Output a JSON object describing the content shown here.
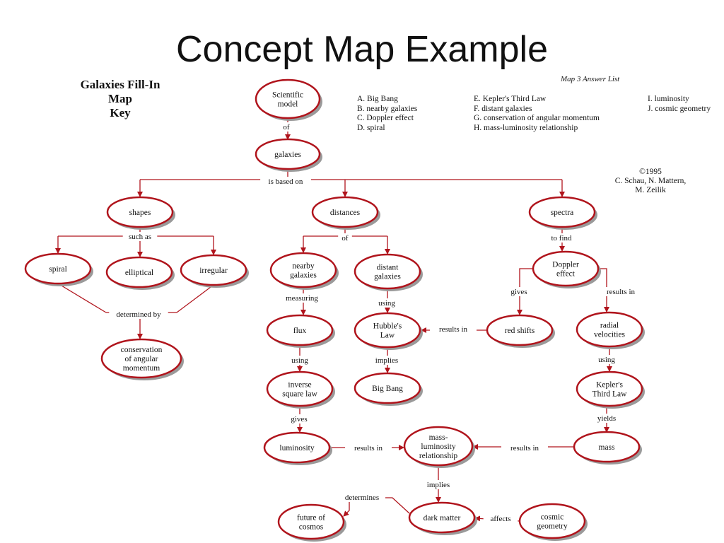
{
  "slide": {
    "title": "Concept Map Example"
  },
  "key": {
    "lines": [
      "Galaxies Fill-In",
      "Map",
      "Key"
    ]
  },
  "answer_list": {
    "heading": "Map 3 Answer List",
    "columns": [
      [
        "A. Big Bang",
        "B. nearby galaxies",
        "C. Doppler effect",
        "D. spiral"
      ],
      [
        "E. Kepler's Third Law",
        "F. distant galaxies",
        "G. conservation of angular momentum",
        "H. mass-luminosity relationship"
      ],
      [
        "I. luminosity",
        "J. cosmic geometry"
      ]
    ]
  },
  "copyright": [
    "©1995",
    "C. Schau, N. Mattern,",
    "M. Zeilik"
  ],
  "nodes": {
    "scientific_model": [
      "Scientific",
      "model"
    ],
    "galaxies": [
      "galaxies"
    ],
    "shapes": [
      "shapes"
    ],
    "distances": [
      "distances"
    ],
    "spectra": [
      "spectra"
    ],
    "spiral": [
      "spiral"
    ],
    "elliptical": [
      "elliptical"
    ],
    "irregular": [
      "irregular"
    ],
    "conservation": [
      "conservation",
      "of angular",
      "momentum"
    ],
    "nearby_galaxies": [
      "nearby",
      "galaxies"
    ],
    "distant_galaxies": [
      "distant",
      "galaxies"
    ],
    "doppler_effect": [
      "Doppler",
      "effect"
    ],
    "flux": [
      "flux"
    ],
    "hubbles_law": [
      "Hubble's",
      "Law"
    ],
    "red_shifts": [
      "red shifts"
    ],
    "radial_velocities": [
      "radial",
      "velocities"
    ],
    "inverse_square_law": [
      "inverse",
      "square law"
    ],
    "big_bang": [
      "Big Bang"
    ],
    "keplers_third_law": [
      "Kepler's",
      "Third Law"
    ],
    "luminosity": [
      "luminosity"
    ],
    "mass_luminosity": [
      "mass-",
      "luminosity",
      "relationship"
    ],
    "mass": [
      "mass"
    ],
    "future_of_cosmos": [
      "future of",
      "cosmos"
    ],
    "dark_matter": [
      "dark matter"
    ],
    "cosmic_geometry": [
      "cosmic",
      "geometry"
    ]
  },
  "links": {
    "of_1": "of",
    "is_based_on": "is based on",
    "such_as": "such as",
    "of_2": "of",
    "to_find": "to find",
    "determined_by": "determined by",
    "measuring": "measuring",
    "using_1": "using",
    "gives_1": "gives",
    "results_in_1": "results in",
    "results_in_2": "results in",
    "using_2": "using",
    "implies_1": "implies",
    "using_3": "using",
    "gives_2": "gives",
    "yields": "yields",
    "results_in_3": "results in",
    "results_in_4": "results in",
    "implies_2": "implies",
    "determines": "determines",
    "affects": "affects"
  },
  "colors": {
    "accent": "#b0141c",
    "line": "#b0141c",
    "node_fill": "#ffffff",
    "node_shadow": "#9a9a9a"
  }
}
